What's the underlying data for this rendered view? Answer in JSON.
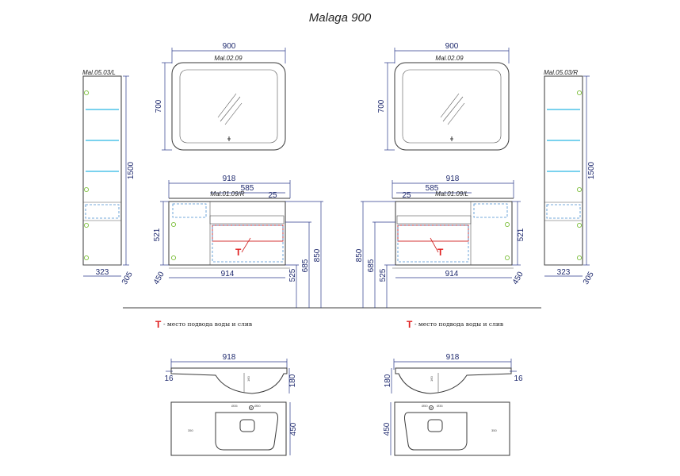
{
  "title": "Malaga 900",
  "labels": {
    "cabinet_left": "Mal.05.03/L",
    "cabinet_right": "Mal.05.03/R",
    "mirror": "Mal.02.09",
    "base_right_variant": "Mal.01.09/R",
    "base_left_variant": "Mal.01.09/L"
  },
  "dims": {
    "mirror_width": "900",
    "mirror_height": "700",
    "tall_height": "1500",
    "tall_width": "323",
    "tall_depth": "305",
    "base_width": "918",
    "base_inner": "585",
    "base_offset": "25",
    "base_height": "521",
    "base_bottom": "914",
    "base_depth": "450",
    "floor_525": "525",
    "floor_685": "685",
    "floor_850": "850",
    "top_width": "918",
    "top_thickness": "16",
    "top_height": "180",
    "plan_depth": "450"
  },
  "legend": {
    "marker": "T",
    "text": "- место подвода воды и слив"
  },
  "colors": {
    "dimension": "#2b3a8c",
    "glass": "#4fc3e8",
    "knob": "#7cbf3a",
    "marker": "#e02020"
  }
}
